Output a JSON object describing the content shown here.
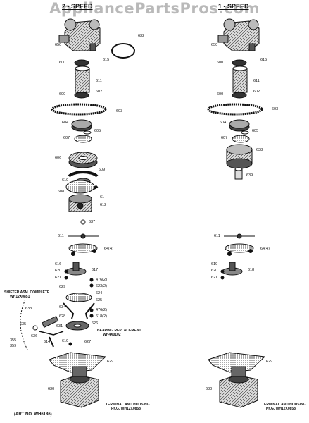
{
  "watermark": "AppliancePartsPros.com",
  "left_section_title": "2 - SPEED",
  "right_section_title": "1 - SPEED",
  "art_number": "(ART NO. WH6186)",
  "notes": {
    "shifter_asm": "SHIFTER ASM. COMPLETE",
    "shifter_pkg": "WH12X0851",
    "bearing_repl": "BEARING REPLACEMENT",
    "bearing_pkg": "WH4X0102",
    "terminal_left": "TERMINAL AND HOUSING",
    "terminal_left_pkg": "PKG. WH12X0858",
    "terminal_right": "TERMINAL AND HOUSING",
    "terminal_right_pkg": "PKG. WH12X0858"
  },
  "labels_left": [
    "650",
    "615",
    "632",
    "600",
    "611",
    "600",
    "602",
    "603",
    "604",
    "605",
    "607",
    "606",
    "609",
    "610",
    "608",
    "61",
    "612",
    "637",
    "611",
    "64(4)",
    "616",
    "620",
    "617",
    "621",
    "476(2)",
    "623(2)",
    "629",
    "624",
    "625",
    "634",
    "633",
    "476(2)",
    "618(2)",
    "628",
    "626",
    "631",
    "355",
    "359",
    "636",
    "614",
    "635",
    "619",
    "627",
    "629",
    "630"
  ],
  "labels_right": [
    "650",
    "615",
    "600",
    "611",
    "600",
    "602",
    "603",
    "604",
    "605",
    "607",
    "638",
    "639",
    "611",
    "64(4)",
    "619",
    "620",
    "618",
    "621",
    "629",
    "630"
  ]
}
